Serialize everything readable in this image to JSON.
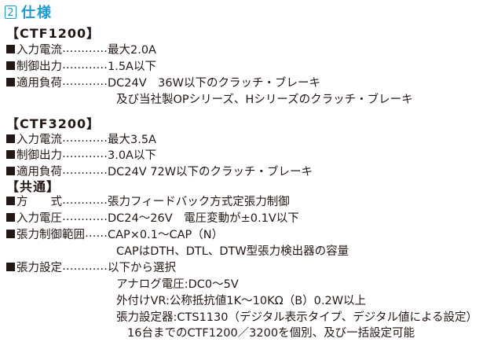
{
  "header": {
    "number": "2",
    "title": "仕様"
  },
  "ctf1200": {
    "heading": "【CTF1200】",
    "rows": [
      {
        "label": "入力電流",
        "dots": "…………",
        "value": "最大2.0A"
      },
      {
        "label": "制御出力",
        "dots": "…………",
        "value": "1.5A以下"
      },
      {
        "label": "適用負荷",
        "dots": "…………",
        "value": "DC24V　36W以下のクラッチ・ブレーキ"
      }
    ],
    "continuation": "及び当社製OPシリーズ、Hシリーズのクラッチ・ブレーキ"
  },
  "ctf3200": {
    "heading": "【CTF3200】",
    "rows": [
      {
        "label": "入力電流",
        "dots": "…………",
        "value": "最大3.5A"
      },
      {
        "label": "制御出力",
        "dots": "…………",
        "value": "3.0A以下"
      },
      {
        "label": "適用負荷",
        "dots": "…………",
        "value": "DC24V 72W以下のクラッチ・ブレーキ"
      }
    ]
  },
  "common": {
    "heading": "【共通】",
    "rows": [
      {
        "label": "方　　式",
        "dots": "…………",
        "value": "張力フィードバック方式定張力制御"
      },
      {
        "label": "入力電圧",
        "dots": "…………",
        "value": "DC24～26V　電圧変動が±0.1V以下"
      },
      {
        "label": "張力制御範囲",
        "dots": "……",
        "value": "CAP×0.1～CAP（N）"
      }
    ],
    "range_note": "CAPはDTH、DTL、DTW型張力検出器の容量",
    "setting": {
      "label": "張力設定",
      "dots": "…………",
      "value": "以下から選択"
    },
    "setting_lines": [
      "アナログ電圧:DC0～5V",
      "外付けVR:公称抵抗値1K～10KΩ（B）0.2W以上",
      "張力設定器:CTS1130（デジタル表示タイプ、デジタル値による設定）",
      "16台までのCTF1200／3200を個別、及び一括設定可能"
    ]
  }
}
